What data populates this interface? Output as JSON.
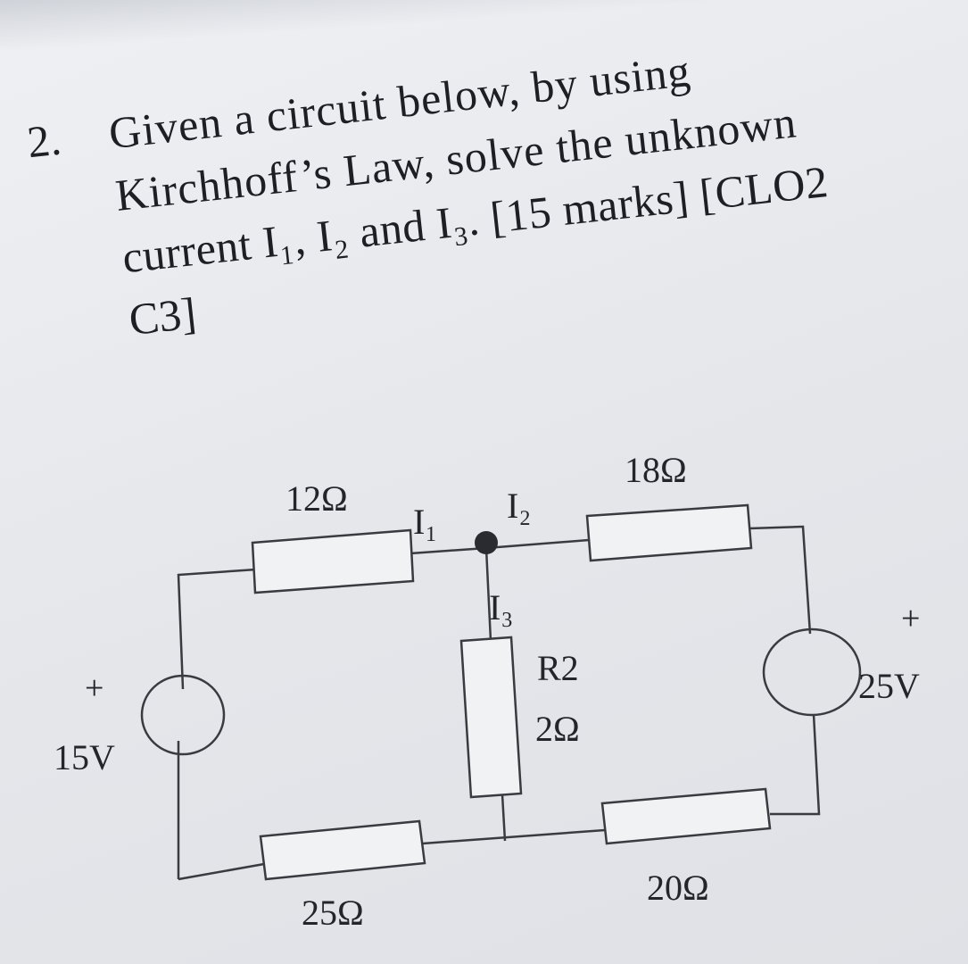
{
  "question": {
    "number": "2.",
    "lines": [
      "Given a circuit below, by using",
      "Kirchhoff’s Law, solve the unknown",
      "current I₁, I₂ and I₃. [15 marks] [CLO2",
      "C3]"
    ]
  },
  "circuit": {
    "resistors": {
      "r_top_left": "12Ω",
      "r_top_right": "18Ω",
      "r_middle_name": "R2",
      "r_middle_value": "2Ω",
      "r_bottom_left": "25Ω",
      "r_bottom_right": "20Ω"
    },
    "sources": {
      "left_value": "15V",
      "left_polarity": "+",
      "right_value": "25V",
      "right_polarity": "+"
    },
    "currents": {
      "i1": "I₁",
      "i2": "I₂",
      "i3": "I₃"
    }
  }
}
